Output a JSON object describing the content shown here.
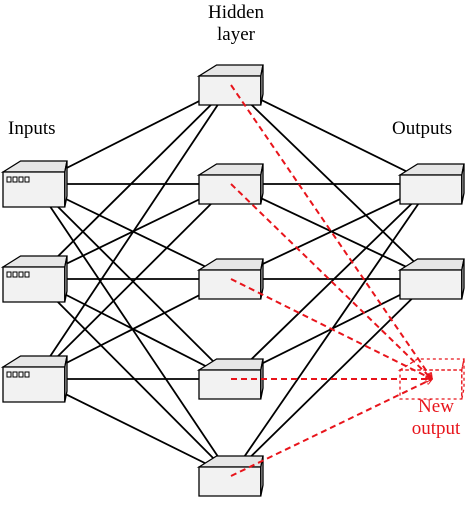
{
  "labels": {
    "hidden_line1": "Hidden",
    "hidden_line2": "layer",
    "inputs": "Inputs",
    "outputs": "Outputs",
    "new_output_line1": "New",
    "new_output_line2": "output"
  },
  "nodes": {
    "inputs": [
      "input-1",
      "input-2",
      "input-3"
    ],
    "hidden": [
      "hidden-1",
      "hidden-2",
      "hidden-3",
      "hidden-4",
      "hidden-5"
    ],
    "outputs": [
      "output-1",
      "output-2"
    ],
    "new_output": "new-output"
  },
  "colors": {
    "edge": "#000000",
    "new_edge": "#e8141b",
    "node_top": "#e6e6e6",
    "node_side": "#c9c9c9",
    "node_front": "#f2f2f2"
  }
}
